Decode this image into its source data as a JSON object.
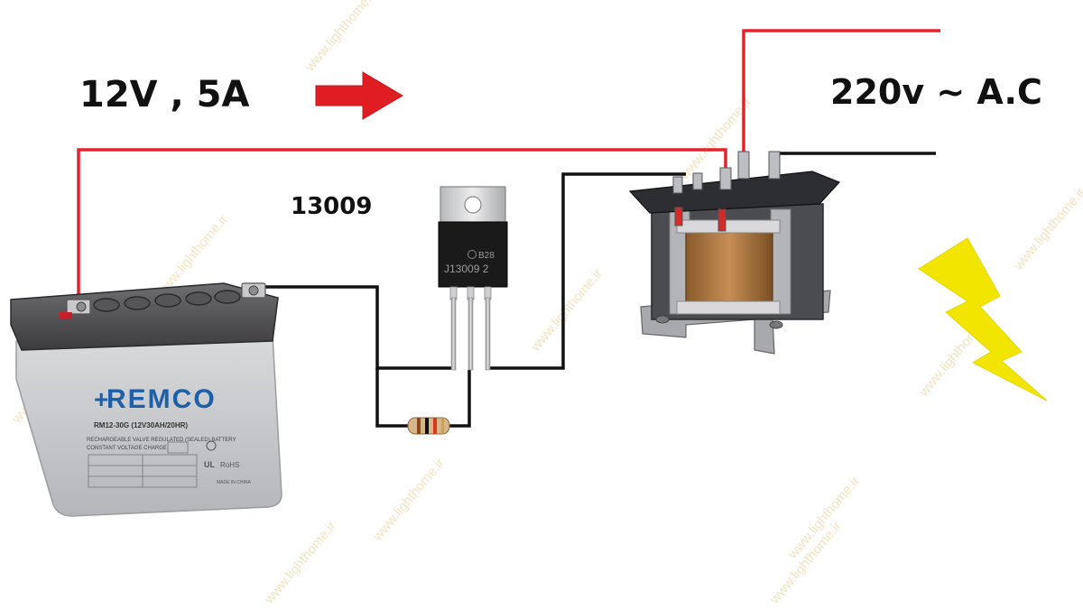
{
  "labels": {
    "input": "12V , 5A",
    "output": "220v ~ A.C",
    "transistor_part": "13009"
  },
  "battery": {
    "brand": "REMCO",
    "model_line": "RM12-30G (12V30AH/20HR)",
    "type_line_1": "RECHARGEABLE VALVE REGULATED (SEALED) BATTERY",
    "type_line_2": "CONSTANT VOLTAGE CHARGE",
    "made_in": "MADE IN CHINA"
  },
  "transistor": {
    "marking_1": "B28",
    "marking_2": "J13009 2"
  },
  "watermark": {
    "text": "www.lighthome.ir"
  },
  "colors": {
    "positive_wire": "#e8202a",
    "negative_wire": "#111111",
    "arrow": "#e11d24",
    "lightning": "#f2e600",
    "watermark": "#e7c98a"
  },
  "icons": {
    "arrow": "arrow-right-icon",
    "lightning": "lightning-bolt-icon"
  }
}
